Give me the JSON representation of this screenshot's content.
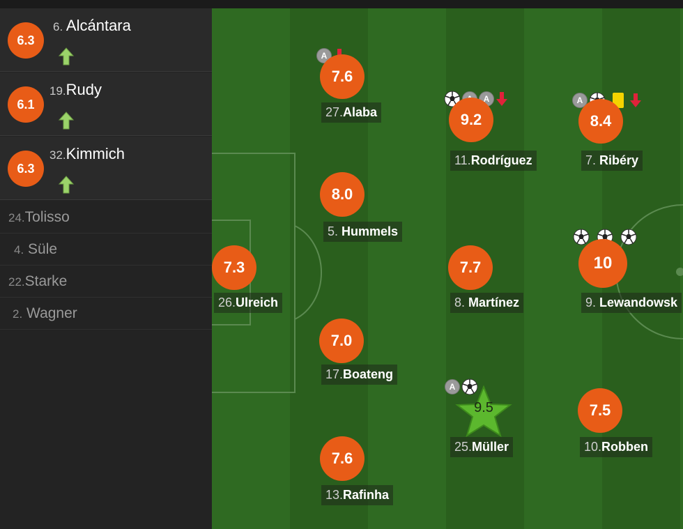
{
  "substitutes": [
    {
      "rating": "6.3",
      "number": "6.",
      "name": "Alcántara"
    },
    {
      "rating": "6.1",
      "number": "19.",
      "name": "Rudy"
    },
    {
      "rating": "6.3",
      "number": "32.",
      "name": "Kimmich"
    }
  ],
  "bench": [
    {
      "number": "24.",
      "name": "Tolisso"
    },
    {
      "number": "4.",
      "name": "Süle"
    },
    {
      "number": "22.",
      "name": "Starke"
    },
    {
      "number": "2.",
      "name": "Wagner"
    }
  ],
  "players": {
    "alaba": {
      "rating": "7.6",
      "number": "27.",
      "name": "Alaba"
    },
    "rodriguez": {
      "rating": "9.2",
      "number": "11.",
      "name": "Rodríguez"
    },
    "ribery": {
      "rating": "8.4",
      "number": "7.",
      "name": "Ribéry"
    },
    "hummels": {
      "rating": "8.0",
      "number": "5.",
      "name": "Hummels"
    },
    "ulreich": {
      "rating": "7.3",
      "number": "26.",
      "name": "Ulreich"
    },
    "martinez": {
      "rating": "7.7",
      "number": "8.",
      "name": "Martínez"
    },
    "lewandowski": {
      "rating": "10",
      "number": "9.",
      "name": "Lewandowsk"
    },
    "boateng": {
      "rating": "7.0",
      "number": "17.",
      "name": "Boateng"
    },
    "muller": {
      "rating": "9.5",
      "number": "25.",
      "name": "Müller"
    },
    "robben": {
      "rating": "7.5",
      "number": "10.",
      "name": "Robben"
    },
    "rafinha": {
      "rating": "7.6",
      "number": "13.",
      "name": "Rafinha"
    }
  },
  "icon_glyphs": {
    "assist": "A"
  },
  "colors": {
    "rating": "#e85c17",
    "star": "#5cb82e",
    "card": "#f4d400",
    "sub_in": "#9bd36a",
    "sub_out": "#e0223a"
  }
}
